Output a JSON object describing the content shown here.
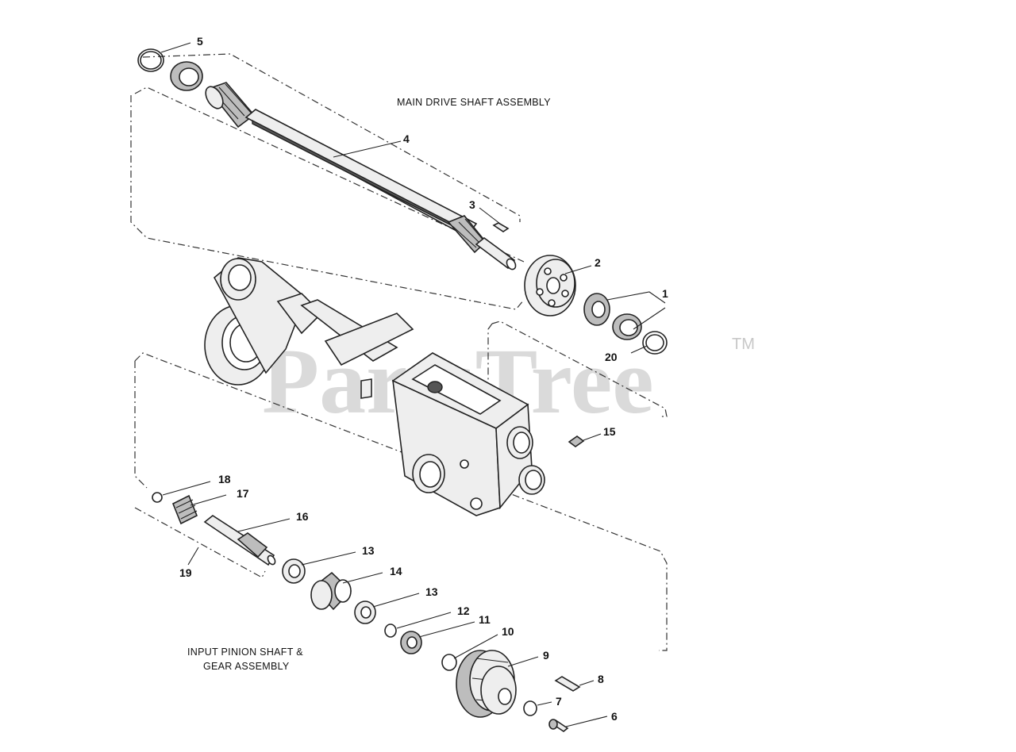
{
  "watermark": {
    "text": "PartsTree",
    "tm": "TM"
  },
  "assemblies": {
    "main_drive": "MAIN DRIVE SHAFT ASSEMBLY",
    "input_pinion_line1": "INPUT PINION SHAFT &",
    "input_pinion_line2": "GEAR ASSEMBLY"
  },
  "callouts": [
    {
      "id": "c5",
      "label": "5"
    },
    {
      "id": "c4",
      "label": "4"
    },
    {
      "id": "c3",
      "label": "3"
    },
    {
      "id": "c2",
      "label": "2"
    },
    {
      "id": "c1",
      "label": "1"
    },
    {
      "id": "c20",
      "label": "20"
    },
    {
      "id": "c15",
      "label": "15"
    },
    {
      "id": "c18",
      "label": "18"
    },
    {
      "id": "c17",
      "label": "17"
    },
    {
      "id": "c16",
      "label": "16"
    },
    {
      "id": "c19",
      "label": "19"
    },
    {
      "id": "c13a",
      "label": "13"
    },
    {
      "id": "c14",
      "label": "14"
    },
    {
      "id": "c13b",
      "label": "13"
    },
    {
      "id": "c12",
      "label": "12"
    },
    {
      "id": "c11",
      "label": "11"
    },
    {
      "id": "c10",
      "label": "10"
    },
    {
      "id": "c9",
      "label": "9"
    },
    {
      "id": "c8",
      "label": "8"
    },
    {
      "id": "c7",
      "label": "7"
    },
    {
      "id": "c6",
      "label": "6"
    }
  ]
}
